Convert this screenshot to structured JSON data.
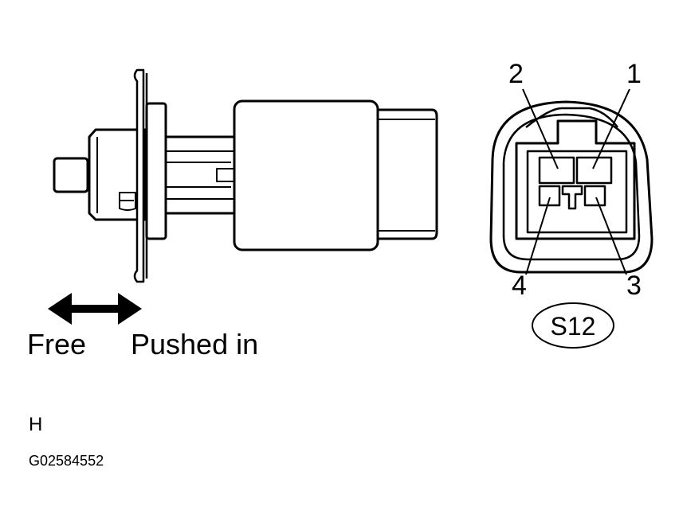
{
  "motion": {
    "free_label": "Free",
    "pushed_label": "Pushed in"
  },
  "connector": {
    "pins": {
      "p1": "1",
      "p2": "2",
      "p3": "3",
      "p4": "4"
    },
    "code": "S12"
  },
  "view_marker": "H",
  "figure_id": "G02584552"
}
